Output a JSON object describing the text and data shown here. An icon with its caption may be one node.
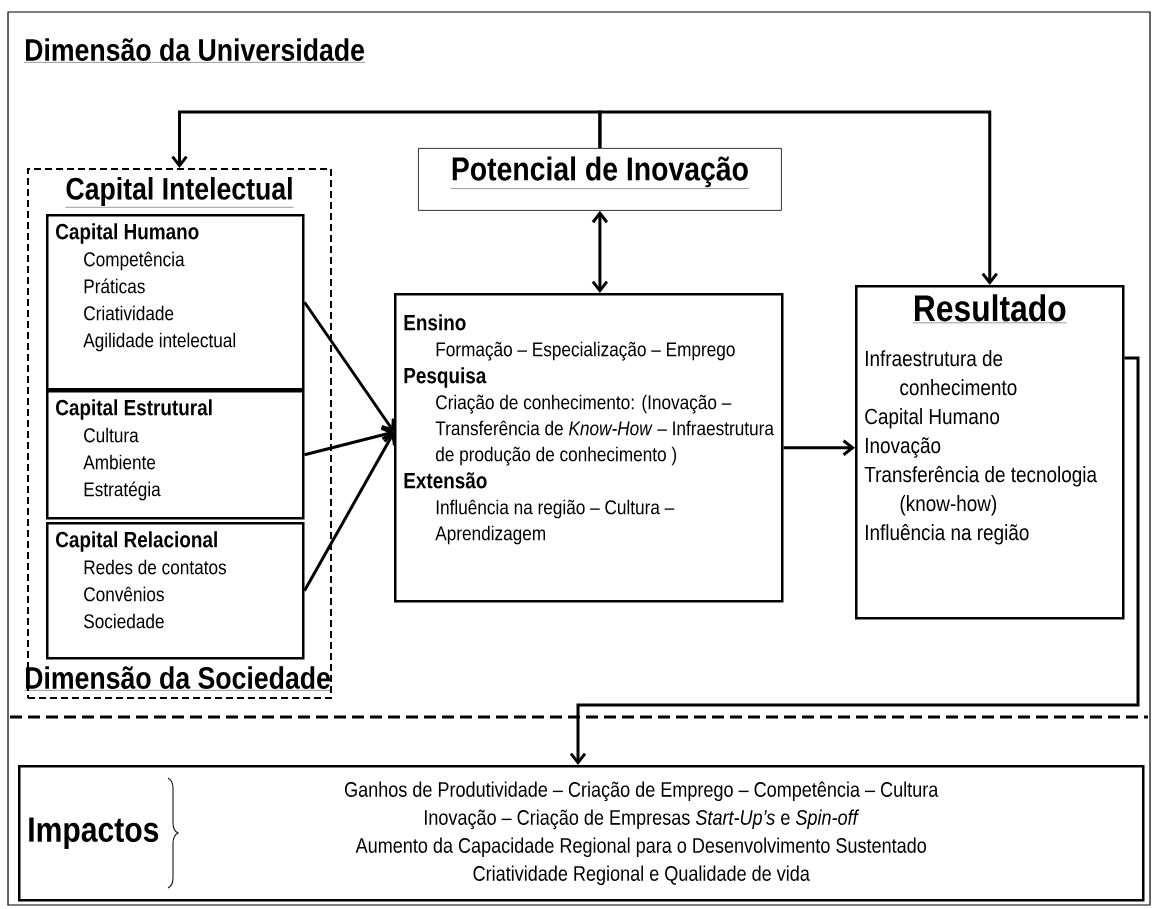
{
  "diagram": {
    "nodes": [
      {
        "text": [
          "Capital Intelectual"
        ]
      },
      {
        "text": [
          "Capital Humano",
          "Competência",
          "Práticas",
          "Criatividade",
          "Agilidade intelectual"
        ],
        "in": 0
      },
      {
        "text": [
          "Capital Estrutural",
          "Cultura",
          "Ambiente",
          "Estratégia"
        ],
        "in": 0
      },
      {
        "text": [
          "Capital Relacional",
          "Redes de contatos",
          "Convênios",
          "Sociedade"
        ],
        "in": 0
      },
      {
        "text": [
          "Potencial de Inovação"
        ]
      },
      {
        "text": [
          "Ensino",
          "Formação – Especialização – Emprego",
          "Pesquisa",
          "Criação de conhecimento: (Inovação – Transferência de *Know-How* – Infraestrutura de produção de conhecimento )",
          "Extensão",
          "Influência na região – Cultura – Aprendizagem"
        ]
      },
      {
        "text": [
          "Resultado",
          "Infraestrutura de conhecimento",
          "Capital Humano",
          "Inovação",
          "Transferência de tecnologia (know-how)",
          "Influência na região"
        ]
      },
      {
        "text": [
          "Impactos",
          "Ganhos de Produtividade – Criação de Emprego – Competência – Cultura",
          "Inovação – Criação de Empresas *Start-Up’s* e *Spin-off*",
          "Aumento da Capacidade Regional para o Desenvolvimento Sustentado",
          "Criatividade Regional e Qualidade de vida"
        ]
      }
    ],
    "edges": [
      {
        "from": 1,
        "to": 5,
        "arrow": "to"
      },
      {
        "from": 2,
        "to": 5,
        "arrow": "to"
      },
      {
        "from": 3,
        "to": 5,
        "arrow": "to"
      },
      {
        "from": 4,
        "to": 5,
        "arrow": "both"
      },
      {
        "from": 4,
        "to": 0,
        "arrow": "to"
      },
      {
        "from": 4,
        "to": 6,
        "arrow": "to"
      },
      {
        "from": 5,
        "to": 6,
        "arrow": "to"
      },
      {
        "from": 6,
        "to": 7,
        "arrow": "to"
      }
    ],
    "labels": [
      "Dimensão da Universidade",
      "Dimensão da Sociedade"
    ]
  }
}
